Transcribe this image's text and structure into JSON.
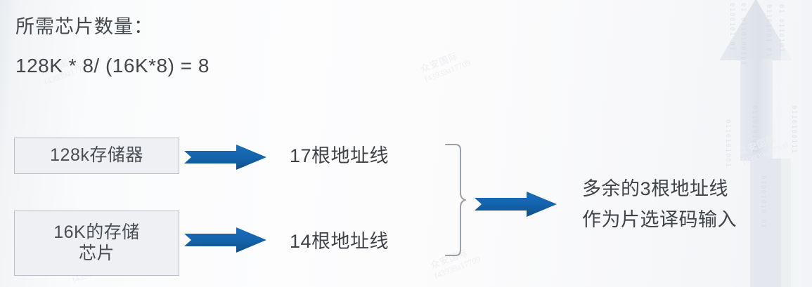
{
  "slide": {
    "title": "所需芯片数量：",
    "formula": "128K * 8/ (16K*8) = 8",
    "boxes": [
      {
        "label": "128k存储器"
      },
      {
        "line1": "16K的存储",
        "line2": "芯片"
      }
    ],
    "mid_labels": [
      {
        "text": "17根地址线"
      },
      {
        "text": "14根地址线"
      }
    ],
    "conclusion": {
      "line1": "多余的3根地址线",
      "line2": "作为片选译码输入"
    },
    "arrows": {
      "arrow1_name": "right-block-arrow",
      "arrow2_name": "right-block-arrow",
      "arrow3_name": "right-block-arrow"
    },
    "colors": {
      "arrow_blue": "#1464ac",
      "arrow_blue_dark": "#0f4f89",
      "box_border": "#b9bec6",
      "box_fill": "#eef0f3",
      "text": "#3f4348",
      "brace": "#9aa0a8",
      "deco_gray": "#dfe3ea",
      "watermark": "#eceef1"
    },
    "watermark": {
      "cn": "众安国际",
      "id": "f43939a17709"
    },
    "decoration": {
      "binary_strings": [
        "0100101 01",
        "01 0110100101",
        "0110101011",
        "01101001 01",
        "01 0110101",
        "0110100111",
        "01001010 01",
        "0110101001"
      ]
    }
  }
}
